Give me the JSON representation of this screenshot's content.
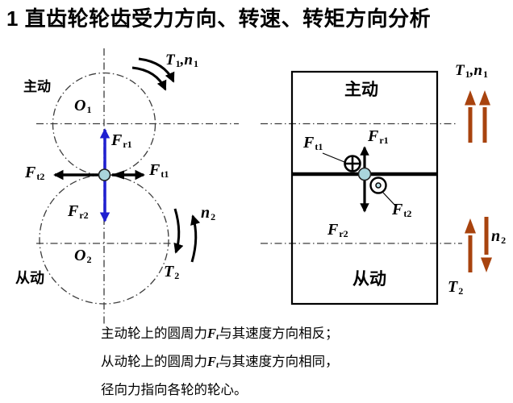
{
  "title": "1 直齿轮轮齿受力方向、转速、转矩方向分析",
  "colors": {
    "radial_force_arrow_blue": "#1f1fd0",
    "torque_speed_arrow_brown": "#a8430e",
    "pitch_point_fill": "#aad5dc"
  },
  "left_figure": {
    "driving": "主动",
    "driven": "从动",
    "o1": {
      "main": "O",
      "sub": "1"
    },
    "o2": {
      "main": "O",
      "sub": "2"
    },
    "t1n1": {
      "t": "T",
      "t_sub": "1",
      "sep": ",",
      "n": "n",
      "n_sub": "1"
    },
    "fr1": {
      "main": "F",
      "sub": "r1"
    },
    "ft1": {
      "main": "F",
      "sub": "t1"
    },
    "ft2": {
      "main": "F",
      "sub": "t2"
    },
    "fr2": {
      "main": "F",
      "sub": "r2"
    },
    "n2": {
      "main": "n",
      "sub": "2"
    },
    "t2": {
      "main": "T",
      "sub": "2"
    }
  },
  "right_figure": {
    "driving": "主动",
    "driven": "从动",
    "t1n1": {
      "t": "T",
      "t_sub": "1",
      "sep": ",",
      "n": "n",
      "n_sub": "1"
    },
    "fr1": {
      "main": "F",
      "sub": "r1"
    },
    "ft1": {
      "main": "F",
      "sub": "t1"
    },
    "ft2": {
      "main": "F",
      "sub": "t2"
    },
    "fr2": {
      "main": "F",
      "sub": "r2"
    },
    "n2": {
      "main": "n",
      "sub": "2"
    },
    "t2": {
      "main": "T",
      "sub": "2"
    }
  },
  "notes": {
    "line1": {
      "pre": "主动轮上的圆周力",
      "f": "F",
      "f_sub": "t",
      "post": "与其速度方向相反；"
    },
    "line2": {
      "pre": "从动轮上的圆周力",
      "f": "F",
      "f_sub": "t",
      "post": "与其速度方向相同，"
    },
    "line3": "径向力指向各轮的轮心。"
  }
}
